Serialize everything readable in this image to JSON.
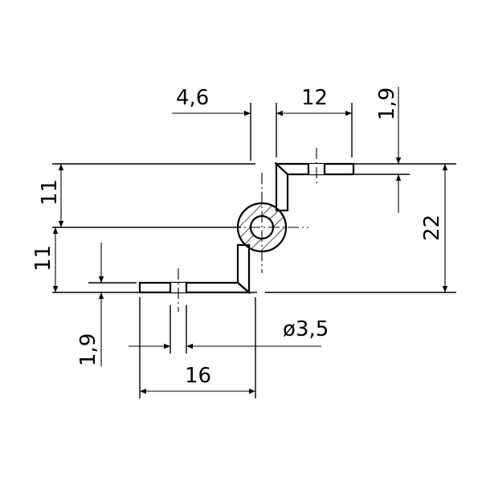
{
  "dimensions": {
    "dim_4_6": "4,6",
    "dim_12": "12",
    "dim_1_9_top": "1,9",
    "dim_11_top": "11",
    "dim_11_bottom": "11",
    "dim_22": "22",
    "dim_1_9_bottom": "1,9",
    "dim_dia_3_5": "ø3,5",
    "dim_16": "16"
  }
}
